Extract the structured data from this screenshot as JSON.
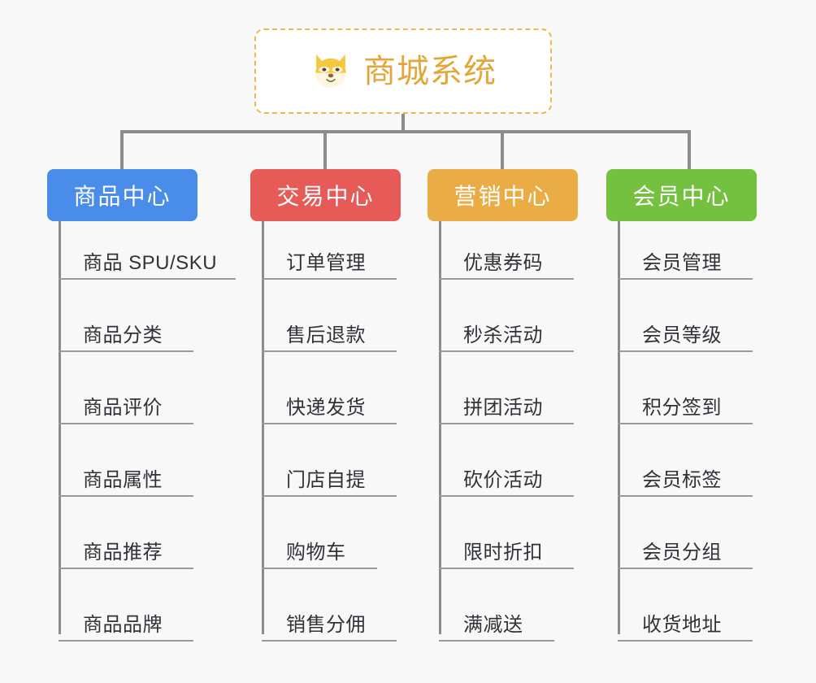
{
  "canvas": {
    "background_color": "#f8f8f8",
    "line_color": "#8c8c8c"
  },
  "root": {
    "title": "商城系统",
    "icon": "shiba-dog-face-emoji",
    "text_color": "#e3a63a",
    "border_color": "#efb74f",
    "background_color": "#ffffff"
  },
  "branches": [
    {
      "id": "product-center",
      "label": "商品中心",
      "color": "#4a8cea",
      "items": [
        "商品 SPU/SKU",
        "商品分类",
        "商品评价",
        "商品属性",
        "商品推荐",
        "商品品牌"
      ]
    },
    {
      "id": "trade-center",
      "label": "交易中心",
      "color": "#e65a58",
      "items": [
        "订单管理",
        "售后退款",
        "快递发货",
        "门店自提",
        "购物车",
        "销售分佣"
      ]
    },
    {
      "id": "marketing-center",
      "label": "营销中心",
      "color": "#eaad46",
      "items": [
        "优惠券码",
        "秒杀活动",
        "拼团活动",
        "砍价活动",
        "限时折扣",
        "满减送"
      ]
    },
    {
      "id": "member-center",
      "label": "会员中心",
      "color": "#73c13f",
      "items": [
        "会员管理",
        "会员等级",
        "积分签到",
        "会员标签",
        "会员分组",
        "收货地址"
      ]
    }
  ]
}
